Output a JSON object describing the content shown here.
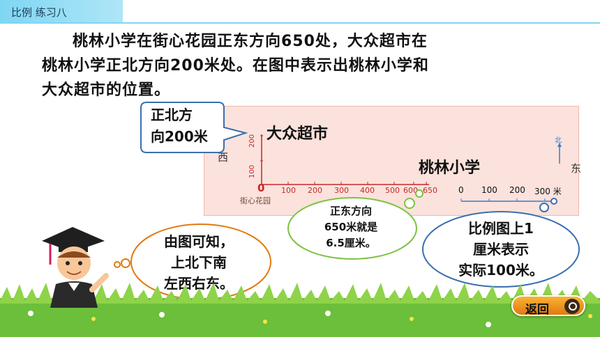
{
  "header": {
    "title": "比例 练习八"
  },
  "problem": {
    "lines": [
      "桃林小学在街心花园正东方向650处，大众超市在",
      "桃林小学正北方向200米处。在图中表示出桃林小学和",
      "大众超市的位置。"
    ]
  },
  "map": {
    "west_label": "西",
    "east_label": "东",
    "north_label": "北",
    "market_label": "大众超市",
    "school_label": "桃林小学",
    "park_label": "街心花园",
    "origin": "0",
    "x_ticks": [
      "100",
      "200",
      "300",
      "400",
      "500",
      "600",
      "650"
    ],
    "y_ticks": [
      "100",
      "200"
    ],
    "scale_ticks": [
      "0",
      "100",
      "200",
      "300 米"
    ]
  },
  "callout_north": {
    "lines": [
      "正北方",
      "向200米"
    ]
  },
  "bubble_east": {
    "lines": [
      "正东方向",
      "650米就是",
      "6.5厘米。"
    ]
  },
  "bubble_scale": {
    "lines": [
      "比例图上1",
      "厘米表示",
      "实际100米。"
    ]
  },
  "bubble_rule": {
    "lines": [
      "由图可知，",
      "上北下南",
      "左西右东。"
    ]
  },
  "back_button": {
    "label": "返回"
  }
}
